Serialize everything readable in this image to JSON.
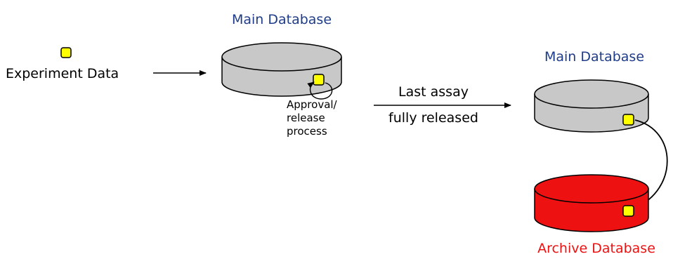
{
  "diagram": {
    "experiment_label": "Experiment Data",
    "main_db_left_label": "Main Database",
    "approval_label": [
      "Approval/",
      "release",
      "process"
    ],
    "transition_label": [
      "Last assay",
      "fully released"
    ],
    "main_db_right_label": "Main Database",
    "archive_db_label": "Archive Database"
  },
  "colors": {
    "db_gray": "#c8c8c8",
    "db_red": "#ee1111",
    "record_yellow": "#ffff00",
    "main_label_blue": "#1f3c88",
    "archive_label_red": "#ee1111",
    "stroke": "#000000"
  }
}
